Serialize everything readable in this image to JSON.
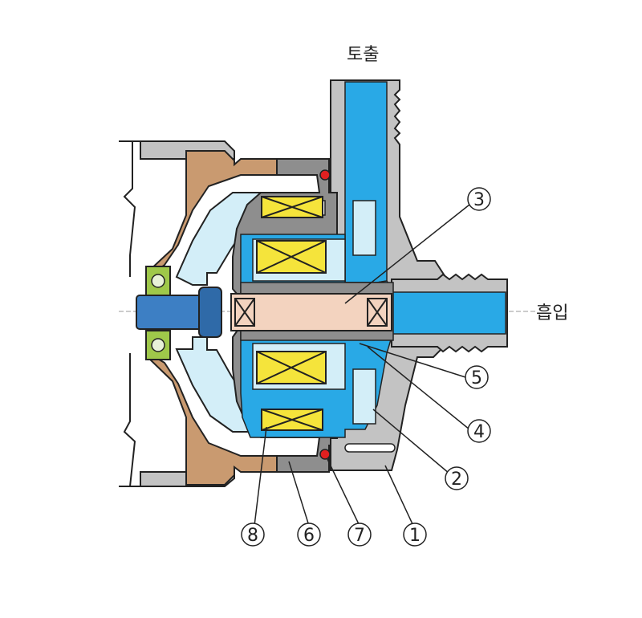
{
  "labels": {
    "outlet": "토출",
    "inlet": "흡입"
  },
  "callouts": [
    {
      "id": "1",
      "text": "1"
    },
    {
      "id": "2",
      "text": "2"
    },
    {
      "id": "3",
      "text": "3"
    },
    {
      "id": "4",
      "text": "4"
    },
    {
      "id": "5",
      "text": "5"
    },
    {
      "id": "6",
      "text": "6"
    },
    {
      "id": "7",
      "text": "7"
    },
    {
      "id": "8",
      "text": "8"
    }
  ],
  "colors": {
    "casing": "#c3c3c3",
    "casing_dark": "#8e8e8e",
    "fluid": "#29a9e6",
    "fluid_light": "#d3eef8",
    "bracket": "#c99a70",
    "magnet": "#f5e43b",
    "shaft": "#f3d3bf",
    "motor_shaft": "#3d7fc4",
    "bearing": "#9fc84a",
    "seal": "#e02020"
  }
}
